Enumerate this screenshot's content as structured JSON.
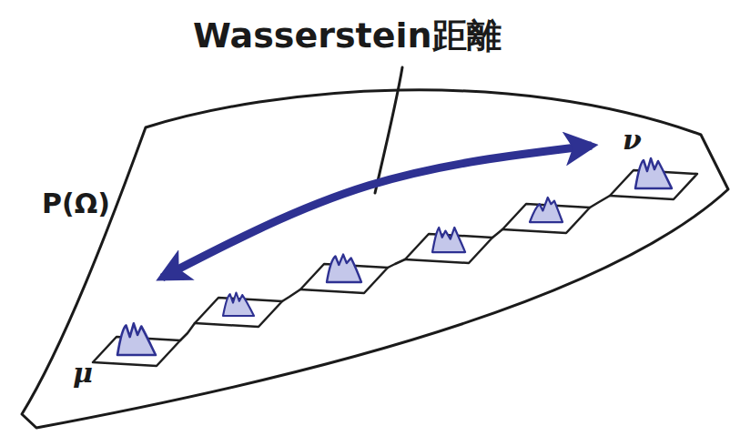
{
  "diagram": {
    "nodes": [
      {
        "text": [
          "P(Ω)"
        ]
      },
      {
        "text": [
          "μ"
        ],
        "in": 0
      },
      {
        "text": [
          "ν"
        ],
        "in": 0
      }
    ],
    "edges": [
      {
        "from": 1,
        "to": 2,
        "arrow": "both",
        "label": "Wasserstein距離"
      }
    ]
  }
}
